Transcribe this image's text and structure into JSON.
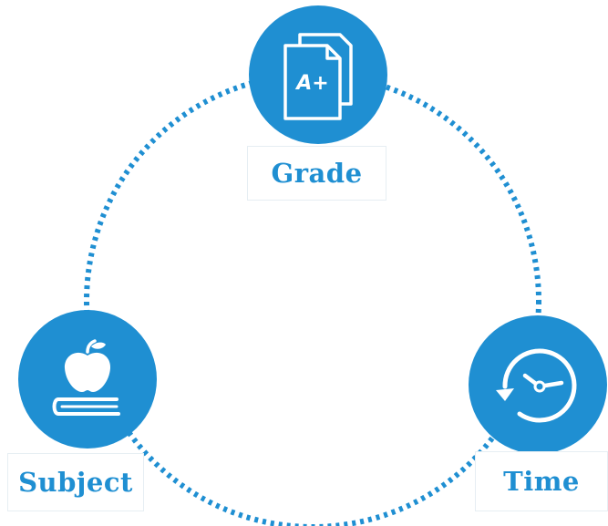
{
  "diagram": {
    "accent_color": "#1f8fd2",
    "nodes": [
      {
        "id": "grade",
        "label": "Grade",
        "icon": "document-grade-a-plus-icon",
        "icon_text": "A+"
      },
      {
        "id": "subject",
        "label": "Subject",
        "icon": "apple-on-book-icon"
      },
      {
        "id": "time",
        "label": "Time",
        "icon": "clock-refresh-icon"
      }
    ]
  }
}
